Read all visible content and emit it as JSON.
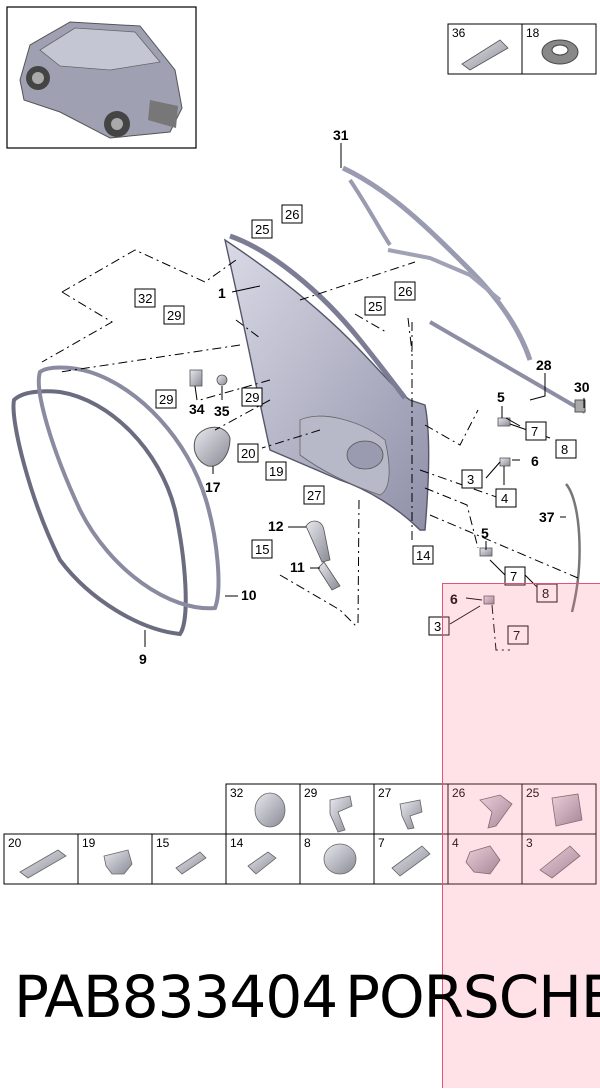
{
  "diagram": {
    "parts_boxed": [
      "25",
      "26",
      "32",
      "29",
      "25",
      "26",
      "29",
      "29",
      "20",
      "19",
      "27",
      "7",
      "8",
      "3",
      "4",
      "15",
      "14",
      "7",
      "8",
      "3",
      "7"
    ],
    "parts_bold": [
      "31",
      "1",
      "28",
      "30",
      "5",
      "6",
      "34",
      "35",
      "17",
      "12",
      "11",
      "10",
      "9",
      "37",
      "5",
      "6"
    ],
    "header_parts": [
      "36",
      "18"
    ],
    "grid_row1": [
      "32",
      "29",
      "27",
      "26",
      "25"
    ],
    "grid_row2": [
      "20",
      "19",
      "15",
      "14",
      "8",
      "7",
      "4",
      "3"
    ]
  },
  "footer": {
    "part_code": "PAB833404",
    "brand": "PORSCHE"
  },
  "colors": {
    "overlay": "#ffb6c5",
    "line": "#000000",
    "part_fill": "#c9c9d6"
  }
}
